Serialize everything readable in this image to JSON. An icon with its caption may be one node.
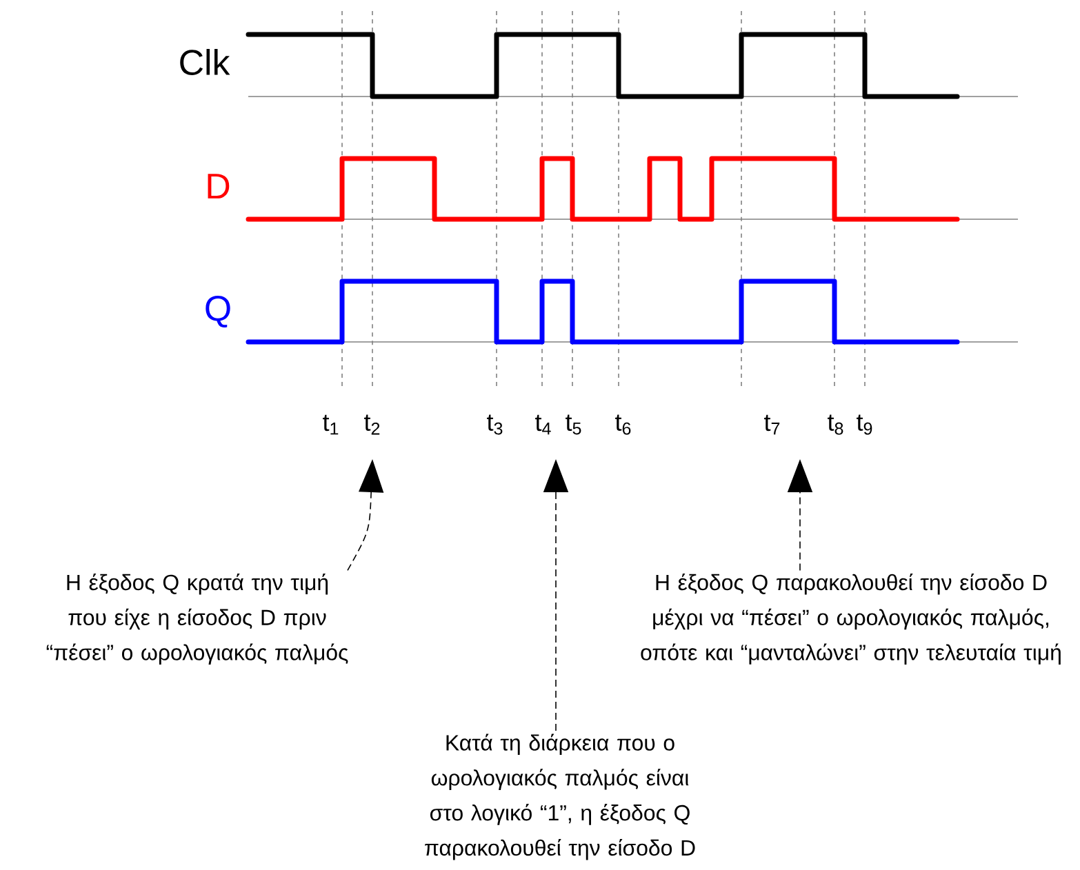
{
  "diagram": {
    "nodes": [
      {
        "text": [
          "Η έξοδος Q κρατά την τιμή που είχε η είσοδος D πριν “πέσει” ο ωρολογιακός παλμός"
        ]
      },
      {
        "text": [
          "Κατά τη διάρκεια που ο ωρολογιακός παλμός είναι στο λογικό “1”, η έξοδος Q παρακολουθεί την είσοδο D"
        ]
      },
      {
        "text": [
          "Η έξοδος Q παρακολουθεί την είσοδο D μέχρι να “πέσει” ο ωρολογιακός παλμός, οπότε και “μανταλώνει” στην τελευταία τιμή"
        ]
      }
    ],
    "edges": [
      {
        "from": 0,
        "to": null,
        "arrow": "to",
        "style": "dashed"
      },
      {
        "from": 1,
        "to": null,
        "arrow": "to",
        "style": "dashed"
      },
      {
        "from": 2,
        "to": null,
        "arrow": "to",
        "style": "dashed"
      }
    ],
    "labels": [
      "Clk",
      "D",
      "Q",
      "t$_{1}$",
      "t$_{2}$",
      "t$_{3}$",
      "t$_{4}$",
      "t$_{5}$",
      "t$_{6}$",
      "t$_{7}$",
      "t$_{8}$",
      "t$_{9}$"
    ]
  }
}
